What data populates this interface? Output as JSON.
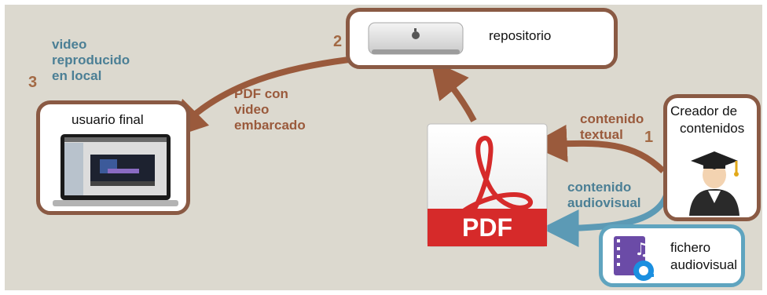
{
  "nodes": {
    "repositorio": "repositorio",
    "usuario_final": "usuario final",
    "creador_line1": "Creador de",
    "creador_line2": "contenidos",
    "fichero_line1": "fichero",
    "fichero_line2": "audiovisual",
    "pdf_label": "PDF"
  },
  "labels": {
    "video_line1": "video",
    "video_line2": "reproducido",
    "video_line3": "en local",
    "pdf_con_line1": "PDF con",
    "pdf_con_line2": "video",
    "pdf_con_line3": "embarcado",
    "textual_line1": "contenido",
    "textual_line2": "textual",
    "audio_line1": "contenido",
    "audio_line2": "audiovisual"
  },
  "steps": {
    "one": "1",
    "two": "2",
    "three": "3"
  },
  "colors": {
    "background": "#dcd9cf",
    "brown_arrow": "#9a5a3c",
    "teal_arrow": "#5c9ab5",
    "box_border": "#8a5a44",
    "teal_border": "#5fa4bf",
    "pdf_red": "#d62a2a"
  },
  "icons": [
    "mac-mini-icon",
    "laptop-icon",
    "pdf-document-icon",
    "graduate-avatar-icon",
    "media-file-icon"
  ]
}
